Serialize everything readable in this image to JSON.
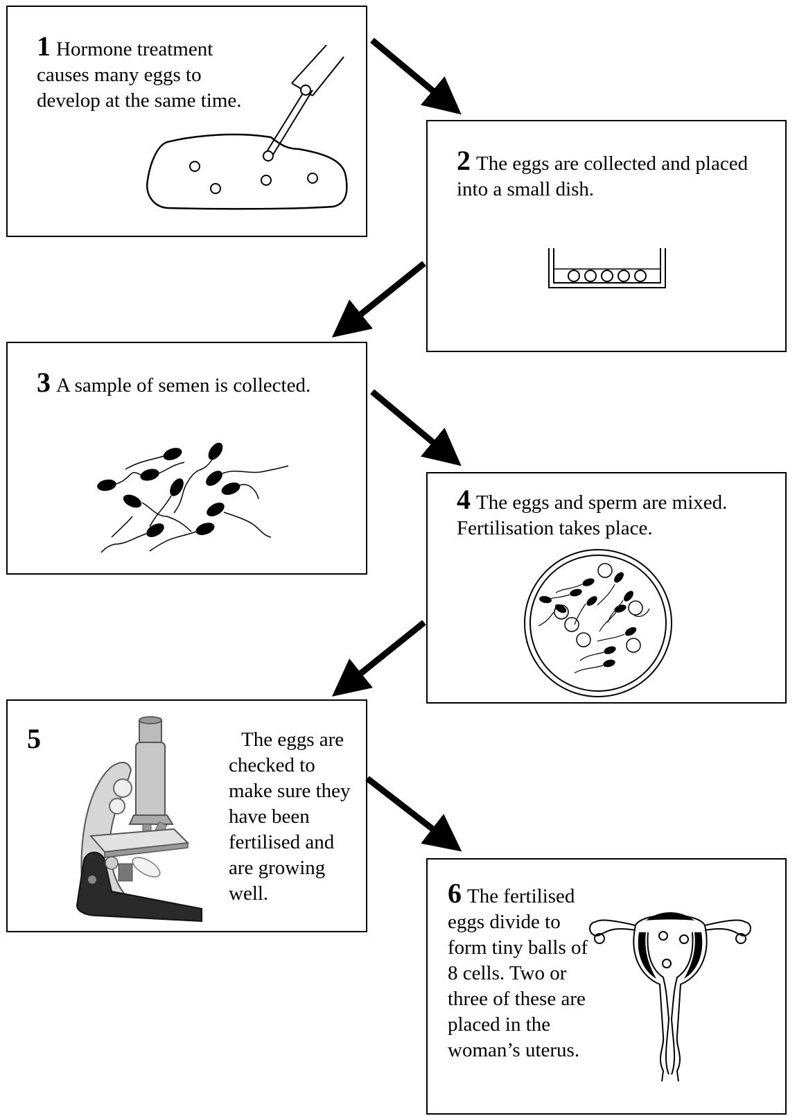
{
  "steps": [
    {
      "number": "1",
      "text": "Hormone treatment causes many eggs to develop at the same time.",
      "illustration": "needle-collecting-eggs-from-ovary"
    },
    {
      "number": "2",
      "text": "The eggs are collected and placed into a small dish.",
      "illustration": "dish-with-eggs"
    },
    {
      "number": "3",
      "text": "A sample of semen is collected.",
      "illustration": "sperm-cells"
    },
    {
      "number": "4",
      "text": "The eggs and sperm are mixed. Fertilisation takes place.",
      "illustration": "petri-dish-with-eggs-and-sperm"
    },
    {
      "number": "5",
      "text": "The eggs are checked to make sure they have been fertilised and are growing well.",
      "illustration": "microscope"
    },
    {
      "number": "6",
      "text": "The fertilised eggs divide to form tiny balls of 8 cells. Two or three of these are placed in the woman’s uterus.",
      "illustration": "uterus"
    }
  ],
  "colors": {
    "ink": "#000000",
    "background": "#ffffff",
    "microscope_body": "#cfcfcf",
    "microscope_base": "#2a2a2a"
  }
}
